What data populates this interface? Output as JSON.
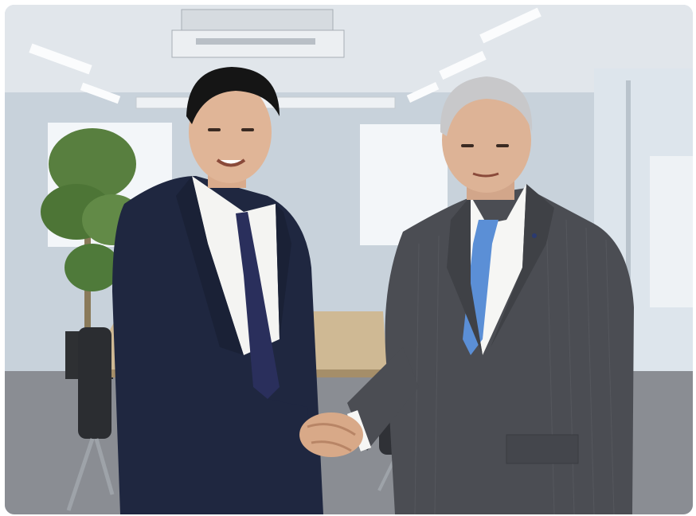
{
  "photo": {
    "alt": "",
    "colors": {
      "wall": "#c9d3dc",
      "ceiling": "#dfe4ea",
      "carpet": "#8c8f95",
      "table": "#cfb994",
      "suit_left": "#1f2740",
      "suit_right": "#4a4c52",
      "tie_left": "#2a2f5c",
      "tie_right": "#5b8fd6",
      "plant": "#4f7a3a"
    },
    "icons": [
      "ceiling-ac-unit",
      "ceiling-light",
      "potted-plant",
      "office-chair",
      "meeting-table",
      "handshake"
    ]
  }
}
